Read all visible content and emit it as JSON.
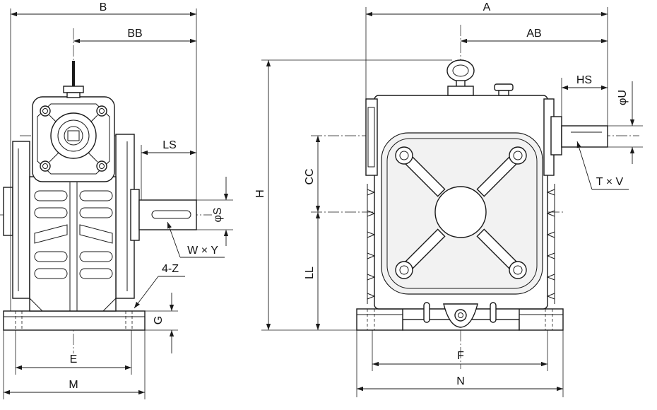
{
  "side_view": {
    "B": "B",
    "BB": "BB",
    "LS": "LS",
    "phiS": "φS",
    "WxY": "W × Y",
    "fourZ": "4-Z",
    "G": "G",
    "E": "E",
    "M": "M"
  },
  "front_view": {
    "A": "A",
    "AB": "AB",
    "HS": "HS",
    "phiU": "φU",
    "TxV": "T × V",
    "H": "H",
    "CC": "CC",
    "LL": "LL",
    "F": "F",
    "N": "N"
  },
  "colors": {
    "line": "#1a1a1a",
    "background": "#ffffff"
  }
}
